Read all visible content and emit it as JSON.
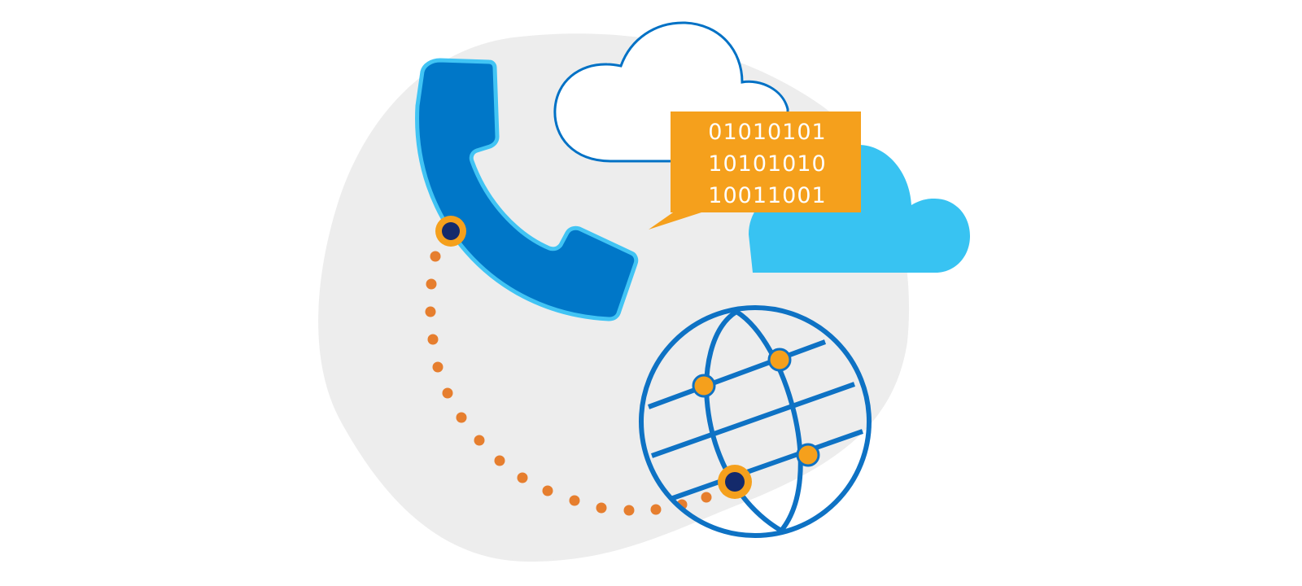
{
  "colors": {
    "background": "#ffffff",
    "blob": "#ededed",
    "cloud_outline": "#0071c5",
    "cloud_fill": "#38c3f2",
    "phone_fill": "#0077c8",
    "phone_edge": "#41c4f4",
    "bubble": "#f5a01c",
    "bubble_text": "#ffffff",
    "globe_stroke": "#0e72c4",
    "node_ring": "#f5a01c",
    "node_center": "#142a6b",
    "dots": "#e67e2e"
  },
  "icons": [
    "background-blob",
    "outline-cloud-icon",
    "filled-cloud-icon",
    "phone-handset-icon",
    "binary-data-bubble-icon",
    "globe-network-icon",
    "dotted-connection-path"
  ],
  "data_bubble": {
    "lines": [
      "01010101",
      "10101010",
      "10011001"
    ]
  }
}
